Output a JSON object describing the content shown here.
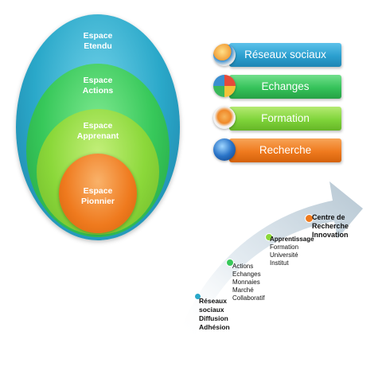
{
  "ellipses": [
    {
      "label_lines": [
        "Espace",
        "Etendu"
      ],
      "color": "#2aa8c9"
    },
    {
      "label_lines": [
        "Espace",
        "Actions"
      ],
      "color": "#37c85a"
    },
    {
      "label_lines": [
        "Espace",
        "Apprenant"
      ],
      "color": "#8bd83a"
    },
    {
      "label_lines": [
        "Espace",
        "Pionnier"
      ],
      "color": "#ef7a1e"
    }
  ],
  "buttons": [
    {
      "label": "Réseaux sociaux",
      "color": "#2b9fcf",
      "icon": "people-icon"
    },
    {
      "label": "Echanges",
      "color": "#35c25a",
      "icon": "pie-icon"
    },
    {
      "label": "Formation",
      "color": "#7fd43a",
      "icon": "hands-icon"
    },
    {
      "label": "Recherche",
      "color": "#ef7a1e",
      "icon": "globe-icon"
    }
  ],
  "steps": [
    {
      "head": "Réseaux sociaux Diffusion Adhésion",
      "lines": [
        "Réseaux",
        "sociaux",
        "Diffusion",
        "Adhésion"
      ],
      "color": "#2aa8c9"
    },
    {
      "head": "Actions",
      "lines": [
        "Actions",
        "Echanges",
        "Monnaies",
        "Marché",
        "Collaboratif"
      ],
      "color": "#37c85a"
    },
    {
      "head": "Apprentissage",
      "lines": [
        "Apprentissage",
        "Formation",
        "Université",
        "Institut"
      ],
      "color": "#8bd83a"
    },
    {
      "head": "Centre de Recherche Innovation",
      "lines": [
        "Centre de",
        "Recherche",
        "Innovation"
      ],
      "color": "#ef7a1e"
    }
  ]
}
